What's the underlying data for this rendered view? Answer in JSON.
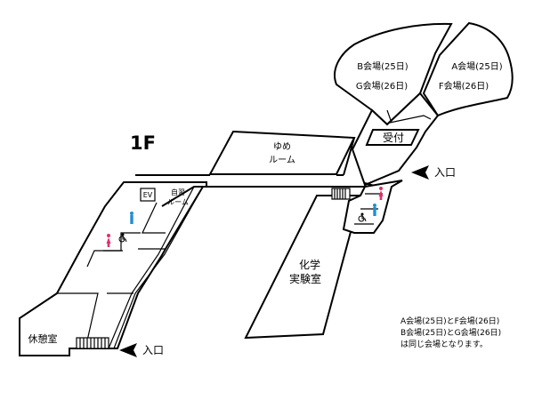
{
  "floor_label": "1F",
  "halls": {
    "b_g": {
      "line1": "B会場(25日)",
      "line2": "G会場(26日)"
    },
    "a_f": {
      "line1": "A会場(25日)",
      "line2": "F会場(26日)"
    }
  },
  "rooms": {
    "reception": "受付",
    "yume_line1": "ゆめ",
    "yume_line2": "ルーム",
    "jishu_line1": "自習",
    "jishu_line2": "ルーム",
    "ev": "EV",
    "kagaku_line1": "化学",
    "kagaku_line2": "実験室",
    "rest_room": "休憩室"
  },
  "entrances": {
    "east": "入口",
    "southwest": "入口"
  },
  "note_lines": [
    "A会場(25日)とF会場(26日)",
    "B会場(25日)とG会場(26日)",
    "は同じ会場となります。"
  ],
  "colors": {
    "female": "#e0306a",
    "male": "#1f8fd6",
    "line": "#000000"
  },
  "icons": {
    "female": "female-restroom-icon",
    "male": "male-restroom-icon",
    "accessible": "accessible-restroom-icon",
    "stairs": "stairs-icon",
    "entrance": "entrance-arrow-icon"
  }
}
